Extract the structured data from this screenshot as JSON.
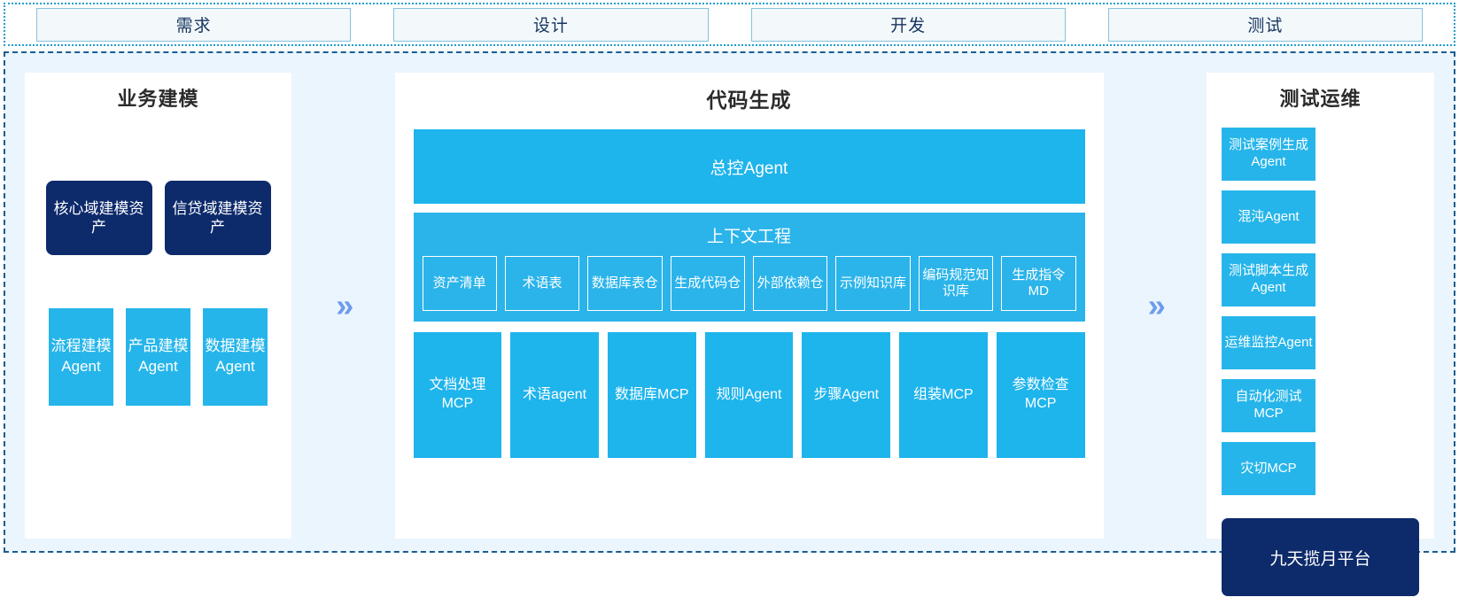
{
  "stages": {
    "items": [
      {
        "label": "需求"
      },
      {
        "label": "设计"
      },
      {
        "label": "开发"
      },
      {
        "label": "测试"
      }
    ]
  },
  "arrows": {
    "glyph": "»"
  },
  "colors": {
    "cyan": "#1eb4ec",
    "cyan_alt": "#26b5ea",
    "navy": "#0d2a6b",
    "background": "#eaf5fd",
    "arrow_blue": "#6d9bef",
    "stage_border": "#86c3dd",
    "outer_dotted": "#1f9ed0",
    "inner_dashed": "#1d5c8f"
  },
  "left_panel": {
    "title": "业务建模",
    "assets": [
      {
        "label": "核心域建模资产"
      },
      {
        "label": "信贷域建模资产"
      }
    ],
    "agents": [
      {
        "label": "流程建模Agent"
      },
      {
        "label": "产品建模Agent"
      },
      {
        "label": "数据建模Agent"
      }
    ]
  },
  "middle_panel": {
    "title": "代码生成",
    "banner": "总控Agent",
    "context": {
      "title": "上下文工程",
      "items": [
        {
          "label": "资产清单"
        },
        {
          "label": "术语表"
        },
        {
          "label": "数据库表仓"
        },
        {
          "label": "生成代码仓"
        },
        {
          "label": "外部依赖仓"
        },
        {
          "label": "示例知识库"
        },
        {
          "label": "编码规范知识库"
        },
        {
          "label": "生成指令MD"
        }
      ]
    },
    "tools": [
      {
        "label": "文档处理MCP"
      },
      {
        "label": "术语agent"
      },
      {
        "label": "数据库MCP"
      },
      {
        "label": "规则Agent"
      },
      {
        "label": "步骤Agent"
      },
      {
        "label": "组装MCP"
      },
      {
        "label": "参数检查MCP"
      }
    ]
  },
  "right_panel": {
    "title": "测试运维",
    "cards": [
      {
        "label": "测试案例生成Agent"
      },
      {
        "label": "混沌Agent"
      },
      {
        "label": "测试脚本生成Agent"
      },
      {
        "label": "运维监控Agent"
      },
      {
        "label": "自动化测试MCP"
      },
      {
        "label": "灾切MCP"
      }
    ],
    "platform": "九天揽月平台"
  }
}
